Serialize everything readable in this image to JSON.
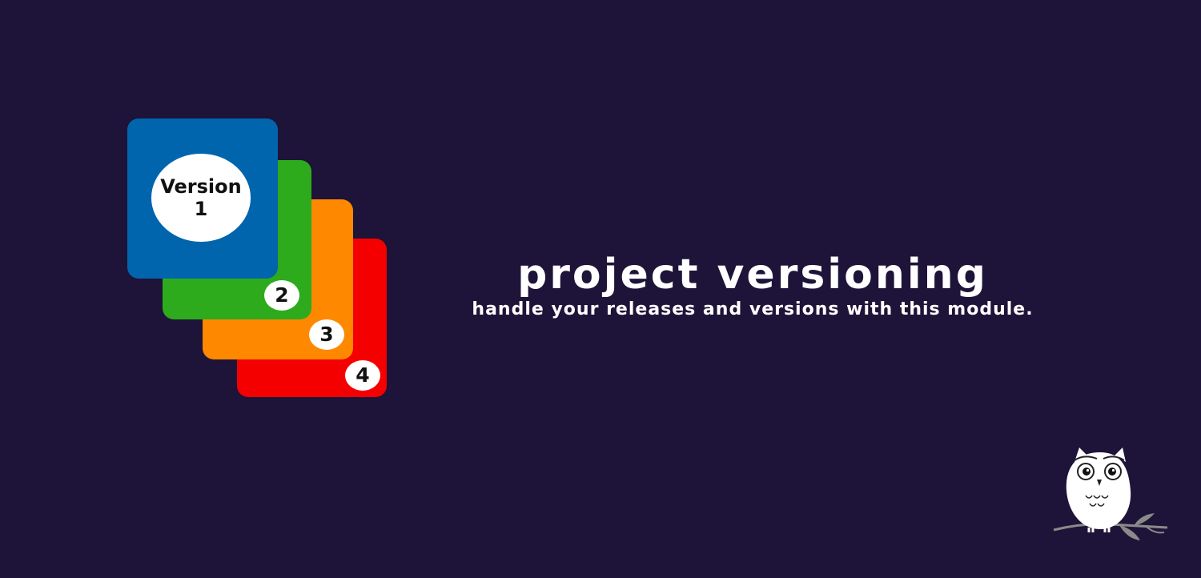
{
  "title": "project versioning",
  "subtitle": "handle your releases and versions with this module.",
  "cards": [
    {
      "label_top": "Version",
      "label_bottom": "1",
      "color": "#0065ad"
    },
    {
      "label": "2",
      "color": "#2eaa1d"
    },
    {
      "label": "3",
      "color": "#fe8800"
    },
    {
      "label": "4",
      "color": "#f50000"
    }
  ],
  "colors": {
    "background": "#1e1338",
    "text": "#ffffff"
  },
  "logo": {
    "icon": "owl-icon"
  }
}
